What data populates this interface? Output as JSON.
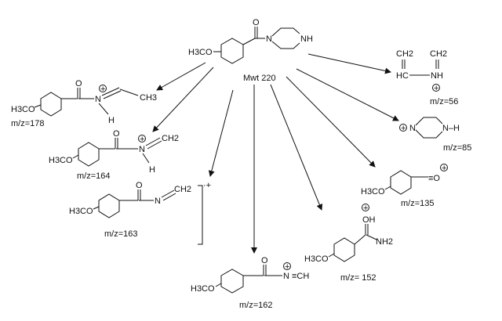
{
  "parent": {
    "mw_label": "Mwt 220",
    "atoms": {
      "h3co": "H3CO",
      "o": "O",
      "n": "N",
      "nh": "NH"
    }
  },
  "fragments": [
    {
      "id": "f178",
      "mz": "m/z=178",
      "atoms": {
        "h3co": "H3CO",
        "o": "O",
        "n": "N",
        "h": "H",
        "ch3": "CH3",
        "charge": "+"
      }
    },
    {
      "id": "f164",
      "mz": "m/z=164",
      "atoms": {
        "h3co": "H3CO",
        "o": "O",
        "n": "N",
        "h": "H",
        "ch2": "CH2",
        "charge": "+"
      }
    },
    {
      "id": "f163",
      "mz": "m/z=163",
      "atoms": {
        "h3co": "H3CO",
        "o": "O",
        "n": "N",
        "ch2": "CH2",
        "radical": "·+"
      }
    },
    {
      "id": "f162",
      "mz": "m/z=162",
      "atoms": {
        "h3co": "H3CO",
        "o": "O",
        "n": "N",
        "ch": "≡CH",
        "charge": "+"
      }
    },
    {
      "id": "f152",
      "mz": "m/z= 152",
      "atoms": {
        "h3co": "H3CO",
        "oh": "OH",
        "nh2": "NH2",
        "charge": "+"
      }
    },
    {
      "id": "f135",
      "mz": "m/z=135",
      "atoms": {
        "h3co": "H3CO",
        "co": "≡O",
        "charge": "+"
      }
    },
    {
      "id": "f85",
      "mz": "m/z=85",
      "atoms": {
        "n": "N",
        "nh": "N–H",
        "charge": "+"
      }
    },
    {
      "id": "f56",
      "mz": "m/z=56",
      "atoms": {
        "ch2a": "CH2",
        "ch2b": "CH2",
        "hc": "HC",
        "nh": "NH",
        "charge": "+"
      }
    }
  ]
}
